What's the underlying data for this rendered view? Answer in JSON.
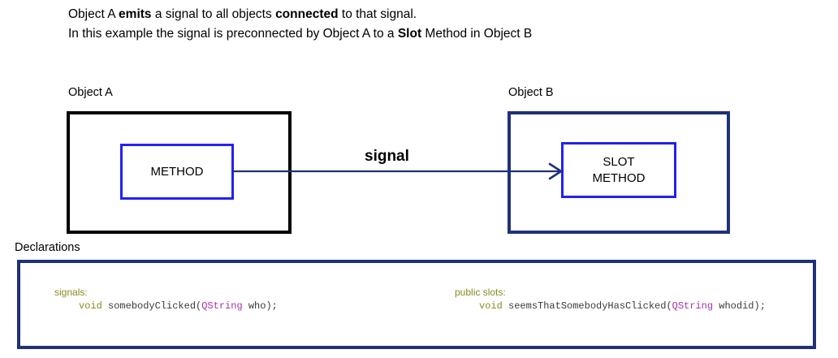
{
  "description": {
    "line1_parts": [
      {
        "text": "Object A ",
        "bold": false
      },
      {
        "text": "emits",
        "bold": true
      },
      {
        "text": " a signal to all objects ",
        "bold": false
      },
      {
        "text": "connected",
        "bold": true
      },
      {
        "text": " to that signal.",
        "bold": false
      }
    ],
    "line2_parts": [
      {
        "text": "In this example the signal is preconnected by Object A to a ",
        "bold": false
      },
      {
        "text": "Slot",
        "bold": true
      },
      {
        "text": " Method in Object B",
        "bold": false
      }
    ],
    "line1_plain": "Object A emits a signal to all objects connected to that signal.",
    "line2_plain": "In this example the signal is preconnected by Object A to a Slot Method in Object B"
  },
  "diagram": {
    "object_a": {
      "label": "Object A",
      "border_color": "#000000",
      "inner_box": {
        "label": "METHOD",
        "border_color": "#2222EE"
      }
    },
    "object_b": {
      "label": "Object B",
      "border_color": "#1F3277",
      "inner_box": {
        "label": "SLOT\nMETHOD",
        "border_color": "#2222EE"
      }
    },
    "connector": {
      "label": "signal",
      "color": "#1F3277",
      "direction": "left-to-right",
      "arrowhead": "open"
    }
  },
  "declarations": {
    "label": "Declarations",
    "border_color": "#1F3277",
    "left_column": {
      "heading": "signals:",
      "keyword": "void",
      "method_name": " somebodyClicked(",
      "param_type": "QString",
      "param_name": " who);"
    },
    "right_column": {
      "heading": "public slots:",
      "keyword": "void",
      "method_name": " seemsThatSomebodyHasClicked(",
      "param_type": "QString",
      "param_name": " whodid);"
    }
  },
  "colors": {
    "black": "#000000",
    "navy": "#1F3277",
    "bright_blue": "#2222EE",
    "keyword_olive": "#8A8A20",
    "type_purple": "#A734A7",
    "code_gray": "#3A3A3A"
  }
}
